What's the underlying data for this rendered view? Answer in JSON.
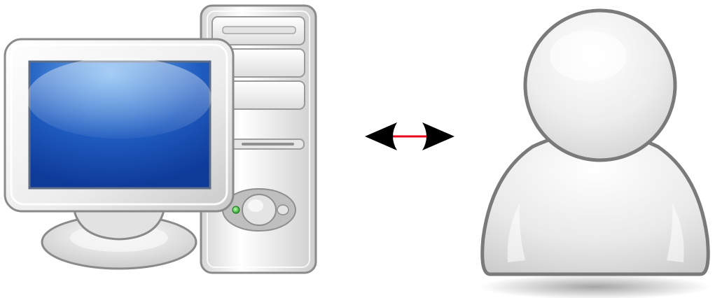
{
  "diagram": {
    "nodes": [
      {
        "id": "computer",
        "icon": "desktop-computer-icon"
      },
      {
        "id": "user",
        "icon": "user-person-icon"
      }
    ],
    "connection": {
      "icon": "double-arrow-icon",
      "from": "computer",
      "to": "user",
      "direction": "bidirectional",
      "line_color": "#e8001c",
      "arrowhead_color": "#000000"
    },
    "colors": {
      "screen_blue": "#1747a8",
      "screen_highlight": "#6fb1f0",
      "case_light": "#f4f4f4",
      "case_outline": "#8a8a8a",
      "power_led": "#3ec43e",
      "user_fill": "#e9e9e9",
      "user_outline": "#7a7a7a"
    }
  }
}
